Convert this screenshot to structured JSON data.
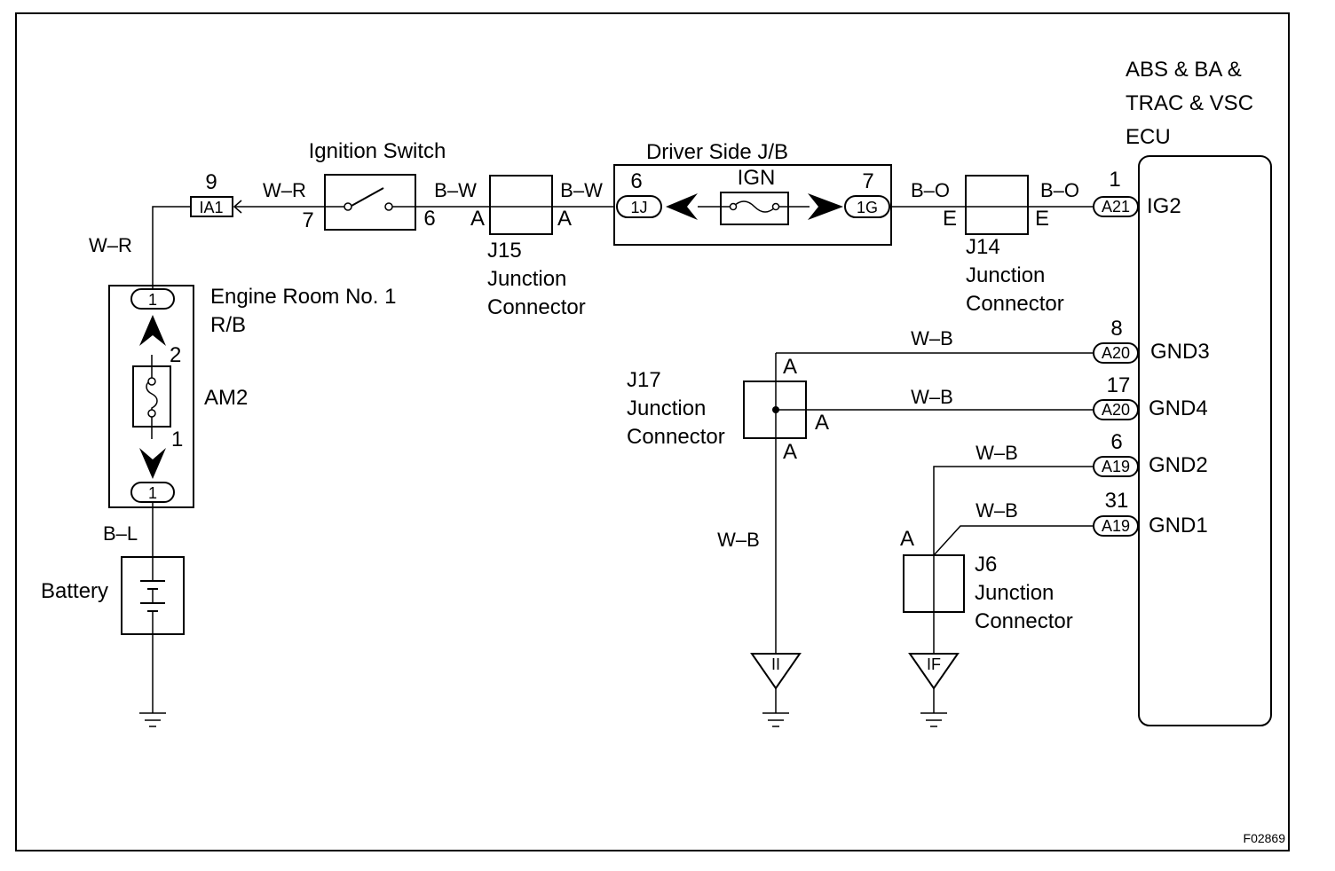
{
  "components": {
    "ignition_switch": "Ignition Switch",
    "driver_jb": "Driver Side J/B",
    "ign_fuse": "IGN",
    "engine_room_rb_line1": "Engine Room No. 1",
    "engine_room_rb_line2": "R/B",
    "am2_fuse": "AM2",
    "battery": "Battery",
    "ecu_line1": "ABS & BA &",
    "ecu_line2": "TRAC & VSC",
    "ecu_line3": "ECU",
    "j15": {
      "id": "J15",
      "line1": "Junction",
      "line2": "Connector"
    },
    "j14": {
      "id": "J14",
      "line1": "Junction",
      "line2": "Connector"
    },
    "j17": {
      "id": "J17",
      "line1": "Junction",
      "line2": "Connector"
    },
    "j6": {
      "id": "J6",
      "line1": "Junction",
      "line2": "Connector"
    }
  },
  "wires": {
    "w_r_top": "W–R",
    "w_r_left": "W–R",
    "b_w_1": "B–W",
    "b_w_2": "B–W",
    "b_o_1": "B–O",
    "b_o_2": "B–O",
    "b_l": "B–L",
    "w_b_gnd3": "W–B",
    "w_b_gnd4": "W–B",
    "w_b_gnd2": "W–B",
    "w_b_gnd1": "W–B",
    "w_b_j17": "W–B"
  },
  "pins": {
    "ia1_num": "9",
    "ia1": "IA1",
    "ig_sw_7": "7",
    "ig_sw_6": "6",
    "j15_a_left": "A",
    "j15_a_right": "A",
    "jb_6": "6",
    "jb_1j": "1J",
    "jb_7": "7",
    "jb_1g": "1G",
    "j14_e_left": "E",
    "j14_e_right": "E",
    "ecu_ig2_num": "1",
    "ecu_a21": "A21",
    "ecu_ig2": "IG2",
    "ecu_gnd3_num": "8",
    "ecu_gnd3_conn": "A20",
    "ecu_gnd3": "GND3",
    "ecu_gnd4_num": "17",
    "ecu_gnd4_conn": "A20",
    "ecu_gnd4": "GND4",
    "ecu_gnd2_num": "6",
    "ecu_gnd2_conn": "A19",
    "ecu_gnd2": "GND2",
    "ecu_gnd1_num": "31",
    "ecu_gnd1_conn": "A19",
    "ecu_gnd1": "GND1",
    "rb_top": "1",
    "rb_2": "2",
    "rb_1": "1",
    "rb_bottom": "1",
    "j17_a_top": "A",
    "j17_a_right": "A",
    "j17_a_bottom": "A",
    "j6_a": "A",
    "ground_ii": "II",
    "ground_if": "IF"
  },
  "figure_code": "F02869"
}
